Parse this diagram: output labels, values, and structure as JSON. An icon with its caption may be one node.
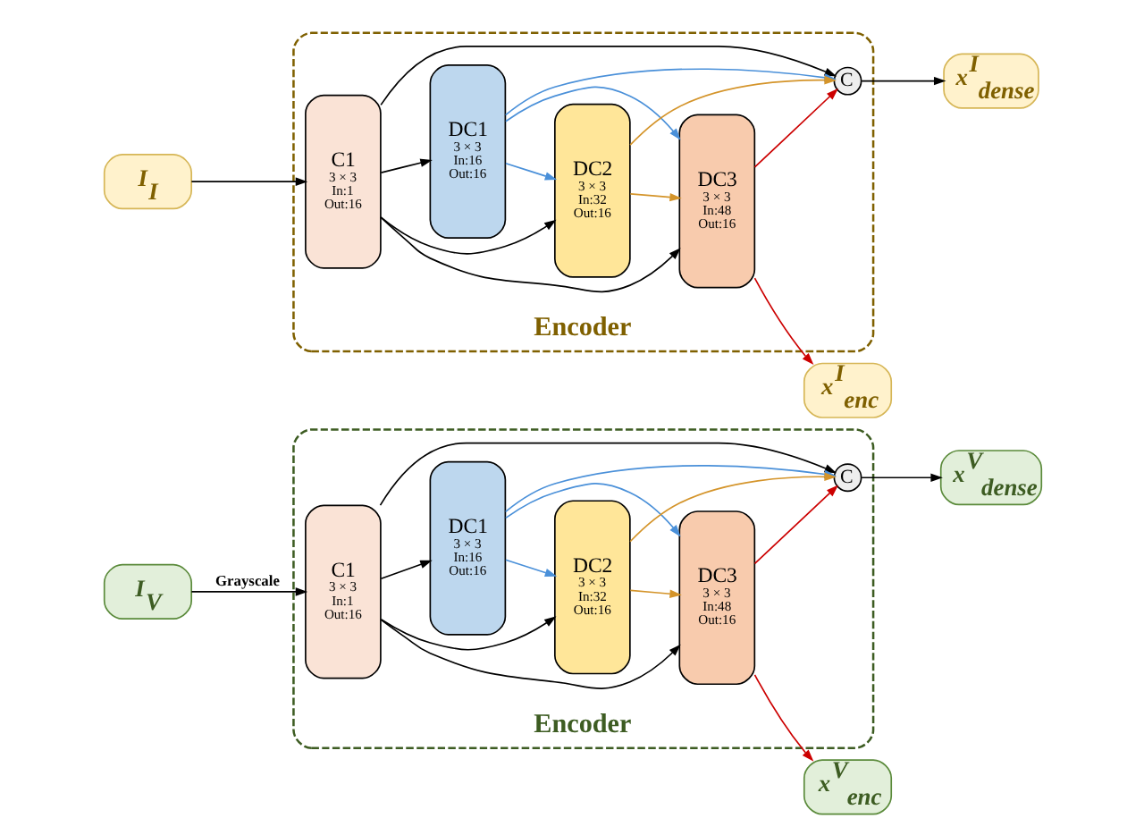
{
  "diagram": {
    "nodes": [
      {
        "text": [
          "I$_{V}$"
        ]
      },
      {
        "text": [
          "Encoder"
        ]
      },
      {
        "text": [
          "C1",
          "3 × 3",
          "In:1",
          "Out:16"
        ],
        "in": 1
      },
      {
        "text": [
          "DC1",
          "3 × 3",
          "In:16",
          "Out:16"
        ],
        "in": 1
      },
      {
        "text": [
          "DC2",
          "3 × 3",
          "In:32",
          "Out:16"
        ],
        "in": 1
      },
      {
        "text": [
          "DC3",
          "3 × 3",
          "In:48",
          "Out:16"
        ],
        "in": 1
      },
      {
        "text": [
          "C"
        ],
        "in": 1
      },
      {
        "text": [
          "x$^{V}$$_{dense}$"
        ]
      },
      {
        "text": [
          "x$^{V}$$_{enc}$"
        ]
      },
      {
        "text": [
          "I$_{I}$"
        ]
      },
      {
        "text": [
          "Encoder"
        ]
      },
      {
        "text": [
          "C1",
          "3 × 3",
          "In:1",
          "Out:16"
        ],
        "in": 10
      },
      {
        "text": [
          "DC1",
          "3 × 3",
          "In:16",
          "Out:16"
        ],
        "in": 10
      },
      {
        "text": [
          "DC2",
          "3 × 3",
          "In:32",
          "Out:16"
        ],
        "in": 10
      },
      {
        "text": [
          "DC3",
          "3 × 3",
          "In:48",
          "Out:16"
        ],
        "in": 10
      },
      {
        "text": [
          "C"
        ],
        "in": 10
      },
      {
        "text": [
          "x$^{I}$$_{dense}$"
        ]
      },
      {
        "text": [
          "x$^{I}$$_{enc}$"
        ]
      }
    ],
    "edges": [
      {
        "from": 0,
        "to": 2,
        "arrow": "to",
        "label": "Grayscale"
      },
      {
        "from": 2,
        "to": 3,
        "arrow": "to"
      },
      {
        "from": 2,
        "to": 4,
        "arrow": "to"
      },
      {
        "from": 2,
        "to": 5,
        "arrow": "to"
      },
      {
        "from": 2,
        "to": 6,
        "arrow": "to"
      },
      {
        "from": 3,
        "to": 4,
        "arrow": "to",
        "color": "#4a90d9"
      },
      {
        "from": 3,
        "to": 5,
        "arrow": "to",
        "color": "#4a90d9"
      },
      {
        "from": 3,
        "to": 6,
        "arrow": "to",
        "color": "#4a90d9"
      },
      {
        "from": 4,
        "to": 5,
        "arrow": "to",
        "color": "#d4942a"
      },
      {
        "from": 4,
        "to": 6,
        "arrow": "to",
        "color": "#d4942a"
      },
      {
        "from": 5,
        "to": 6,
        "arrow": "to",
        "color": "#cc0000"
      },
      {
        "from": 5,
        "to": 8,
        "arrow": "to",
        "color": "#cc0000"
      },
      {
        "from": 6,
        "to": 7,
        "arrow": "to"
      },
      {
        "from": 9,
        "to": 11,
        "arrow": "to"
      },
      {
        "from": 11,
        "to": 12,
        "arrow": "to"
      },
      {
        "from": 11,
        "to": 13,
        "arrow": "to"
      },
      {
        "from": 11,
        "to": 14,
        "arrow": "to"
      },
      {
        "from": 11,
        "to": 15,
        "arrow": "to"
      },
      {
        "from": 12,
        "to": 13,
        "arrow": "to",
        "color": "#4a90d9"
      },
      {
        "from": 12,
        "to": 14,
        "arrow": "to",
        "color": "#4a90d9"
      },
      {
        "from": 12,
        "to": 15,
        "arrow": "to",
        "color": "#4a90d9"
      },
      {
        "from": 13,
        "to": 14,
        "arrow": "to",
        "color": "#d4942a"
      },
      {
        "from": 13,
        "to": 15,
        "arrow": "to",
        "color": "#d4942a"
      },
      {
        "from": 14,
        "to": 15,
        "arrow": "to",
        "color": "#cc0000"
      },
      {
        "from": 14,
        "to": 17,
        "arrow": "to",
        "color": "#cc0000"
      },
      {
        "from": 15,
        "to": 16,
        "arrow": "to"
      }
    ]
  }
}
